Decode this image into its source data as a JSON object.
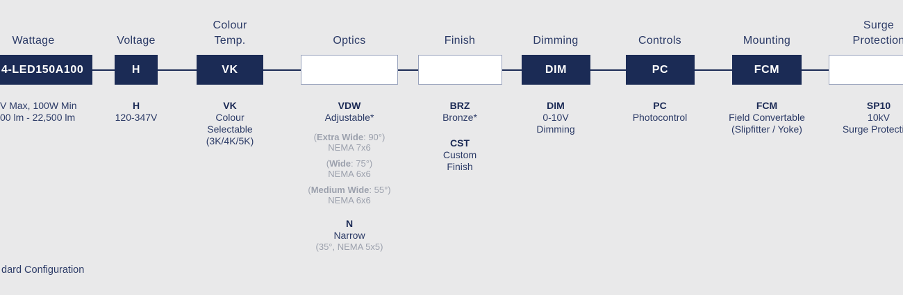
{
  "colors": {
    "background": "#e9e9ea",
    "box_navy": "#1b2b55",
    "text_navy": "#2b3a66",
    "code_navy": "#1b2a55",
    "gray_text": "#9ca1ad",
    "empty_box_border": "#98a2bc",
    "connector_line": "#1b2a55"
  },
  "footnote": "dard Configuration",
  "columns": [
    {
      "id": "wattage",
      "header_lines": [
        "Wattage"
      ],
      "box": {
        "type": "filled",
        "code": "4-LED150A100"
      },
      "desc": [
        {
          "parts": [
            {
              "text": "V Max, 100W Min",
              "bold": false
            }
          ],
          "color": "navy"
        },
        {
          "parts": [
            {
              "text": "00 lm  - 22,500 lm",
              "bold": false
            }
          ],
          "color": "navy"
        }
      ]
    },
    {
      "id": "voltage",
      "header_lines": [
        "Voltage"
      ],
      "box": {
        "type": "filled",
        "code": "H"
      },
      "desc": [
        {
          "parts": [
            {
              "text": "H",
              "bold": true
            }
          ],
          "color": "navy"
        },
        {
          "parts": [
            {
              "text": "120-347V",
              "bold": false
            }
          ],
          "color": "navy"
        }
      ]
    },
    {
      "id": "colour-temp",
      "header_lines": [
        "Colour",
        "Temp."
      ],
      "box": {
        "type": "filled",
        "code": "VK"
      },
      "desc": [
        {
          "parts": [
            {
              "text": "VK",
              "bold": true
            }
          ],
          "color": "navy"
        },
        {
          "parts": [
            {
              "text": "Colour",
              "bold": false
            }
          ],
          "color": "navy"
        },
        {
          "parts": [
            {
              "text": "Selectable",
              "bold": false
            }
          ],
          "color": "navy"
        },
        {
          "parts": [
            {
              "text": "(3K/4K/5K)",
              "bold": false
            }
          ],
          "color": "navy"
        }
      ]
    },
    {
      "id": "optics",
      "header_lines": [
        "Optics"
      ],
      "box": {
        "type": "empty"
      },
      "desc": [
        {
          "parts": [
            {
              "text": "VDW",
              "bold": true
            }
          ],
          "color": "navy"
        },
        {
          "parts": [
            {
              "text": "Adjustable*",
              "bold": false
            }
          ],
          "color": "navy"
        },
        {
          "parts": [
            {
              "text": "(",
              "bold": false
            },
            {
              "text": "Extra Wide",
              "bold": true
            },
            {
              "text": ": 90°)",
              "bold": false
            }
          ],
          "color": "gray",
          "small": true,
          "gap": "sm"
        },
        {
          "parts": [
            {
              "text": "NEMA 7x6",
              "bold": false
            }
          ],
          "color": "gray",
          "small": true
        },
        {
          "parts": [
            {
              "text": "(",
              "bold": false
            },
            {
              "text": "Wide",
              "bold": true
            },
            {
              "text": ": 75°)",
              "bold": false
            }
          ],
          "color": "gray",
          "small": true,
          "gap": "xs"
        },
        {
          "parts": [
            {
              "text": "NEMA 6x6",
              "bold": false
            }
          ],
          "color": "gray",
          "small": true
        },
        {
          "parts": [
            {
              "text": "(",
              "bold": false
            },
            {
              "text": "Medium Wide",
              "bold": true
            },
            {
              "text": ": 55°)",
              "bold": false
            }
          ],
          "color": "gray",
          "small": true,
          "gap": "xs"
        },
        {
          "parts": [
            {
              "text": "NEMA 6x6",
              "bold": false
            }
          ],
          "color": "gray",
          "small": true
        },
        {
          "parts": [
            {
              "text": "N",
              "bold": true
            }
          ],
          "color": "navy",
          "gap": "lg"
        },
        {
          "parts": [
            {
              "text": "Narrow",
              "bold": false
            }
          ],
          "color": "navy"
        },
        {
          "parts": [
            {
              "text": "(35°, NEMA 5x5)",
              "bold": false
            }
          ],
          "color": "gray",
          "small": true
        }
      ]
    },
    {
      "id": "finish",
      "header_lines": [
        "Finish"
      ],
      "box": {
        "type": "empty"
      },
      "desc": [
        {
          "parts": [
            {
              "text": "BRZ",
              "bold": true
            }
          ],
          "color": "navy"
        },
        {
          "parts": [
            {
              "text": "Bronze*",
              "bold": false
            }
          ],
          "color": "navy"
        },
        {
          "parts": [
            {
              "text": "CST",
              "bold": true
            }
          ],
          "color": "navy",
          "gap": "md"
        },
        {
          "parts": [
            {
              "text": "Custom",
              "bold": false
            }
          ],
          "color": "navy"
        },
        {
          "parts": [
            {
              "text": "Finish",
              "bold": false
            }
          ],
          "color": "navy"
        }
      ]
    },
    {
      "id": "dimming",
      "header_lines": [
        "Dimming"
      ],
      "box": {
        "type": "filled",
        "code": "DIM"
      },
      "desc": [
        {
          "parts": [
            {
              "text": "DIM",
              "bold": true
            }
          ],
          "color": "navy"
        },
        {
          "parts": [
            {
              "text": "0-10V",
              "bold": false
            }
          ],
          "color": "navy"
        },
        {
          "parts": [
            {
              "text": "Dimming",
              "bold": false
            }
          ],
          "color": "navy"
        }
      ]
    },
    {
      "id": "controls",
      "header_lines": [
        "Controls"
      ],
      "box": {
        "type": "filled",
        "code": "PC"
      },
      "desc": [
        {
          "parts": [
            {
              "text": "PC",
              "bold": true
            }
          ],
          "color": "navy"
        },
        {
          "parts": [
            {
              "text": "Photocontrol",
              "bold": false
            }
          ],
          "color": "navy"
        }
      ]
    },
    {
      "id": "mounting",
      "header_lines": [
        "Mounting"
      ],
      "box": {
        "type": "filled",
        "code": "FCM"
      },
      "desc": [
        {
          "parts": [
            {
              "text": "FCM",
              "bold": true
            }
          ],
          "color": "navy"
        },
        {
          "parts": [
            {
              "text": "Field Convertable",
              "bold": false
            }
          ],
          "color": "navy"
        },
        {
          "parts": [
            {
              "text": "(Slipfitter / Yoke)",
              "bold": false
            }
          ],
          "color": "navy"
        }
      ]
    },
    {
      "id": "surge-protection",
      "header_lines": [
        "Surge",
        "Protection"
      ],
      "box": {
        "type": "empty"
      },
      "desc": [
        {
          "parts": [
            {
              "text": "SP10",
              "bold": true
            }
          ],
          "color": "navy"
        },
        {
          "parts": [
            {
              "text": "10kV",
              "bold": false
            }
          ],
          "color": "navy"
        },
        {
          "parts": [
            {
              "text": "Surge Protection",
              "bold": false
            }
          ],
          "color": "navy"
        }
      ]
    }
  ]
}
